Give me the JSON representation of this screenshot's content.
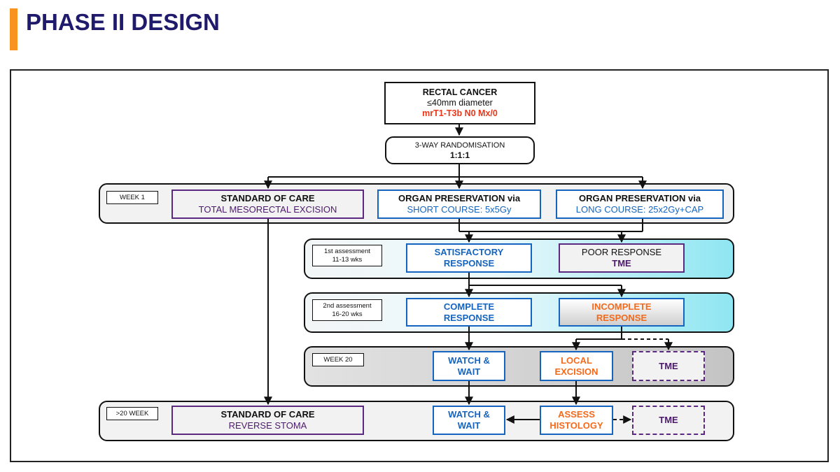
{
  "title": "PHASE II DESIGN",
  "colors": {
    "accent": "#F7931E",
    "title": "#1F1A6B",
    "purple": "#4B1A6B",
    "blue": "#1565C0",
    "orange": "#F26B1D",
    "red": "#E8381B",
    "cyan": "#8FE6F2"
  },
  "top": {
    "line1": "RECTAL CANCER",
    "line2": "≤40mm diameter",
    "line3": "mrT1-T3b N0 Mx/0"
  },
  "randomisation": {
    "line1": "3-WAY RANDOMISATION",
    "line2": "1:1:1"
  },
  "week1": {
    "tag": "WEEK 1",
    "arm1": {
      "line1": "STANDARD OF CARE",
      "line2": "TOTAL MESORECTAL EXCISION"
    },
    "arm2": {
      "line1": "ORGAN PRESERVATION via",
      "line2": "SHORT COURSE: 5x5Gy"
    },
    "arm3": {
      "line1": "ORGAN PRESERVATION via",
      "line2": "LONG COURSE: 25x2Gy+CAP"
    }
  },
  "assess1": {
    "tag1": "1st assessment",
    "tag2": "11-13 wks",
    "box1_l1": "SATISFACTORY",
    "box1_l2": "RESPONSE",
    "box2_l1": "POOR RESPONSE",
    "box2_l2": "TME"
  },
  "assess2": {
    "tag1": "2nd assessment",
    "tag2": "16-20 wks",
    "box1_l1": "COMPLETE",
    "box1_l2": "RESPONSE",
    "box2_l1": "INCOMPLETE",
    "box2_l2": "RESPONSE"
  },
  "week20": {
    "tag": "WEEK 20",
    "box1_l1": "WATCH &",
    "box1_l2": "WAIT",
    "box2_l1": "LOCAL",
    "box2_l2": "EXCISION",
    "box3": "TME"
  },
  "final": {
    "tag": ">20 WEEK",
    "soc_l1": "STANDARD OF CARE",
    "soc_l2": "REVERSE STOMA",
    "box1_l1": "WATCH &",
    "box1_l2": "WAIT",
    "box2_l1": "ASSESS",
    "box2_l2": "HISTOLOGY",
    "box3": "TME"
  }
}
